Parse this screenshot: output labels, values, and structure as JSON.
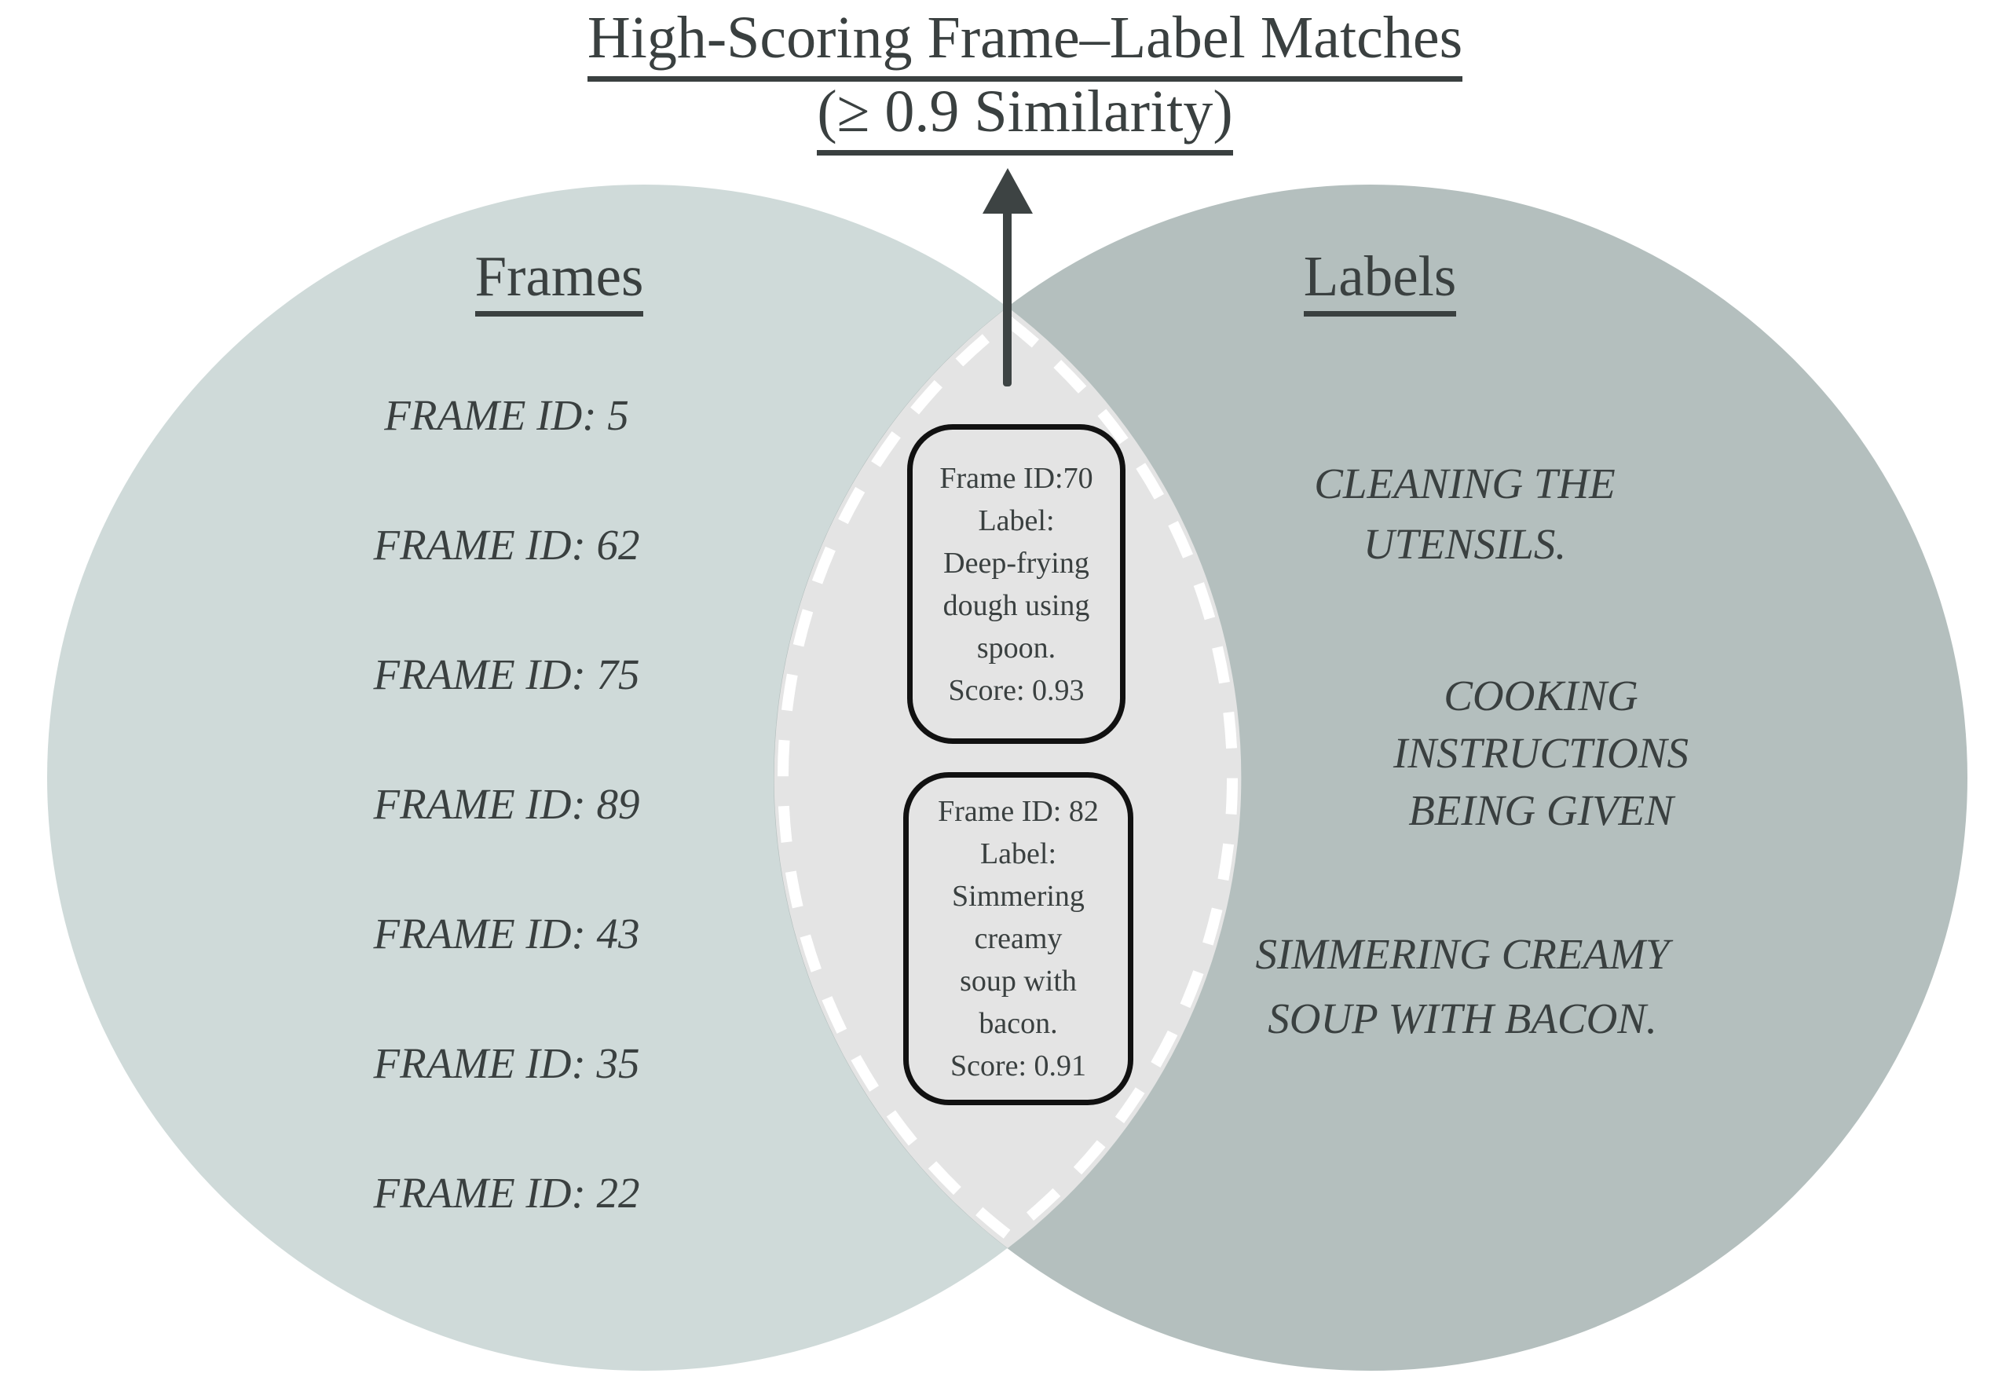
{
  "title": {
    "line1": "High-Scoring Frame–Label Matches",
    "line2": "(≥ 0.9 Similarity)"
  },
  "frames": {
    "header": "Frames",
    "items": [
      "FRAME ID: 5",
      "FRAME ID: 62",
      "FRAME ID: 75",
      "FRAME ID: 89",
      "FRAME ID: 43",
      "FRAME ID: 35",
      "FRAME ID: 22"
    ]
  },
  "labels": {
    "header": "Labels",
    "items": [
      "CLEANING THE\nUTENSILS.",
      "COOKING\nINSTRUCTIONS\nBEING GIVEN",
      "SIMMERING CREAMY\nSOUP WITH BACON."
    ]
  },
  "matches": {
    "card1": "Frame ID:70\nLabel:\nDeep-frying\ndough using\nspoon.\nScore: 0.93",
    "card2": "Frame ID: 82\nLabel:\nSimmering\ncreamy\nsoup with\nbacon.\nScore: 0.91"
  },
  "colors": {
    "frames_circle": "#cfdad9",
    "labels_circle": "#b4bfbe",
    "intersection": "#e4e4e4",
    "dash": "#ffffff",
    "text": "#3a4040",
    "arrow": "#3d4343",
    "card_border": "#111111"
  }
}
